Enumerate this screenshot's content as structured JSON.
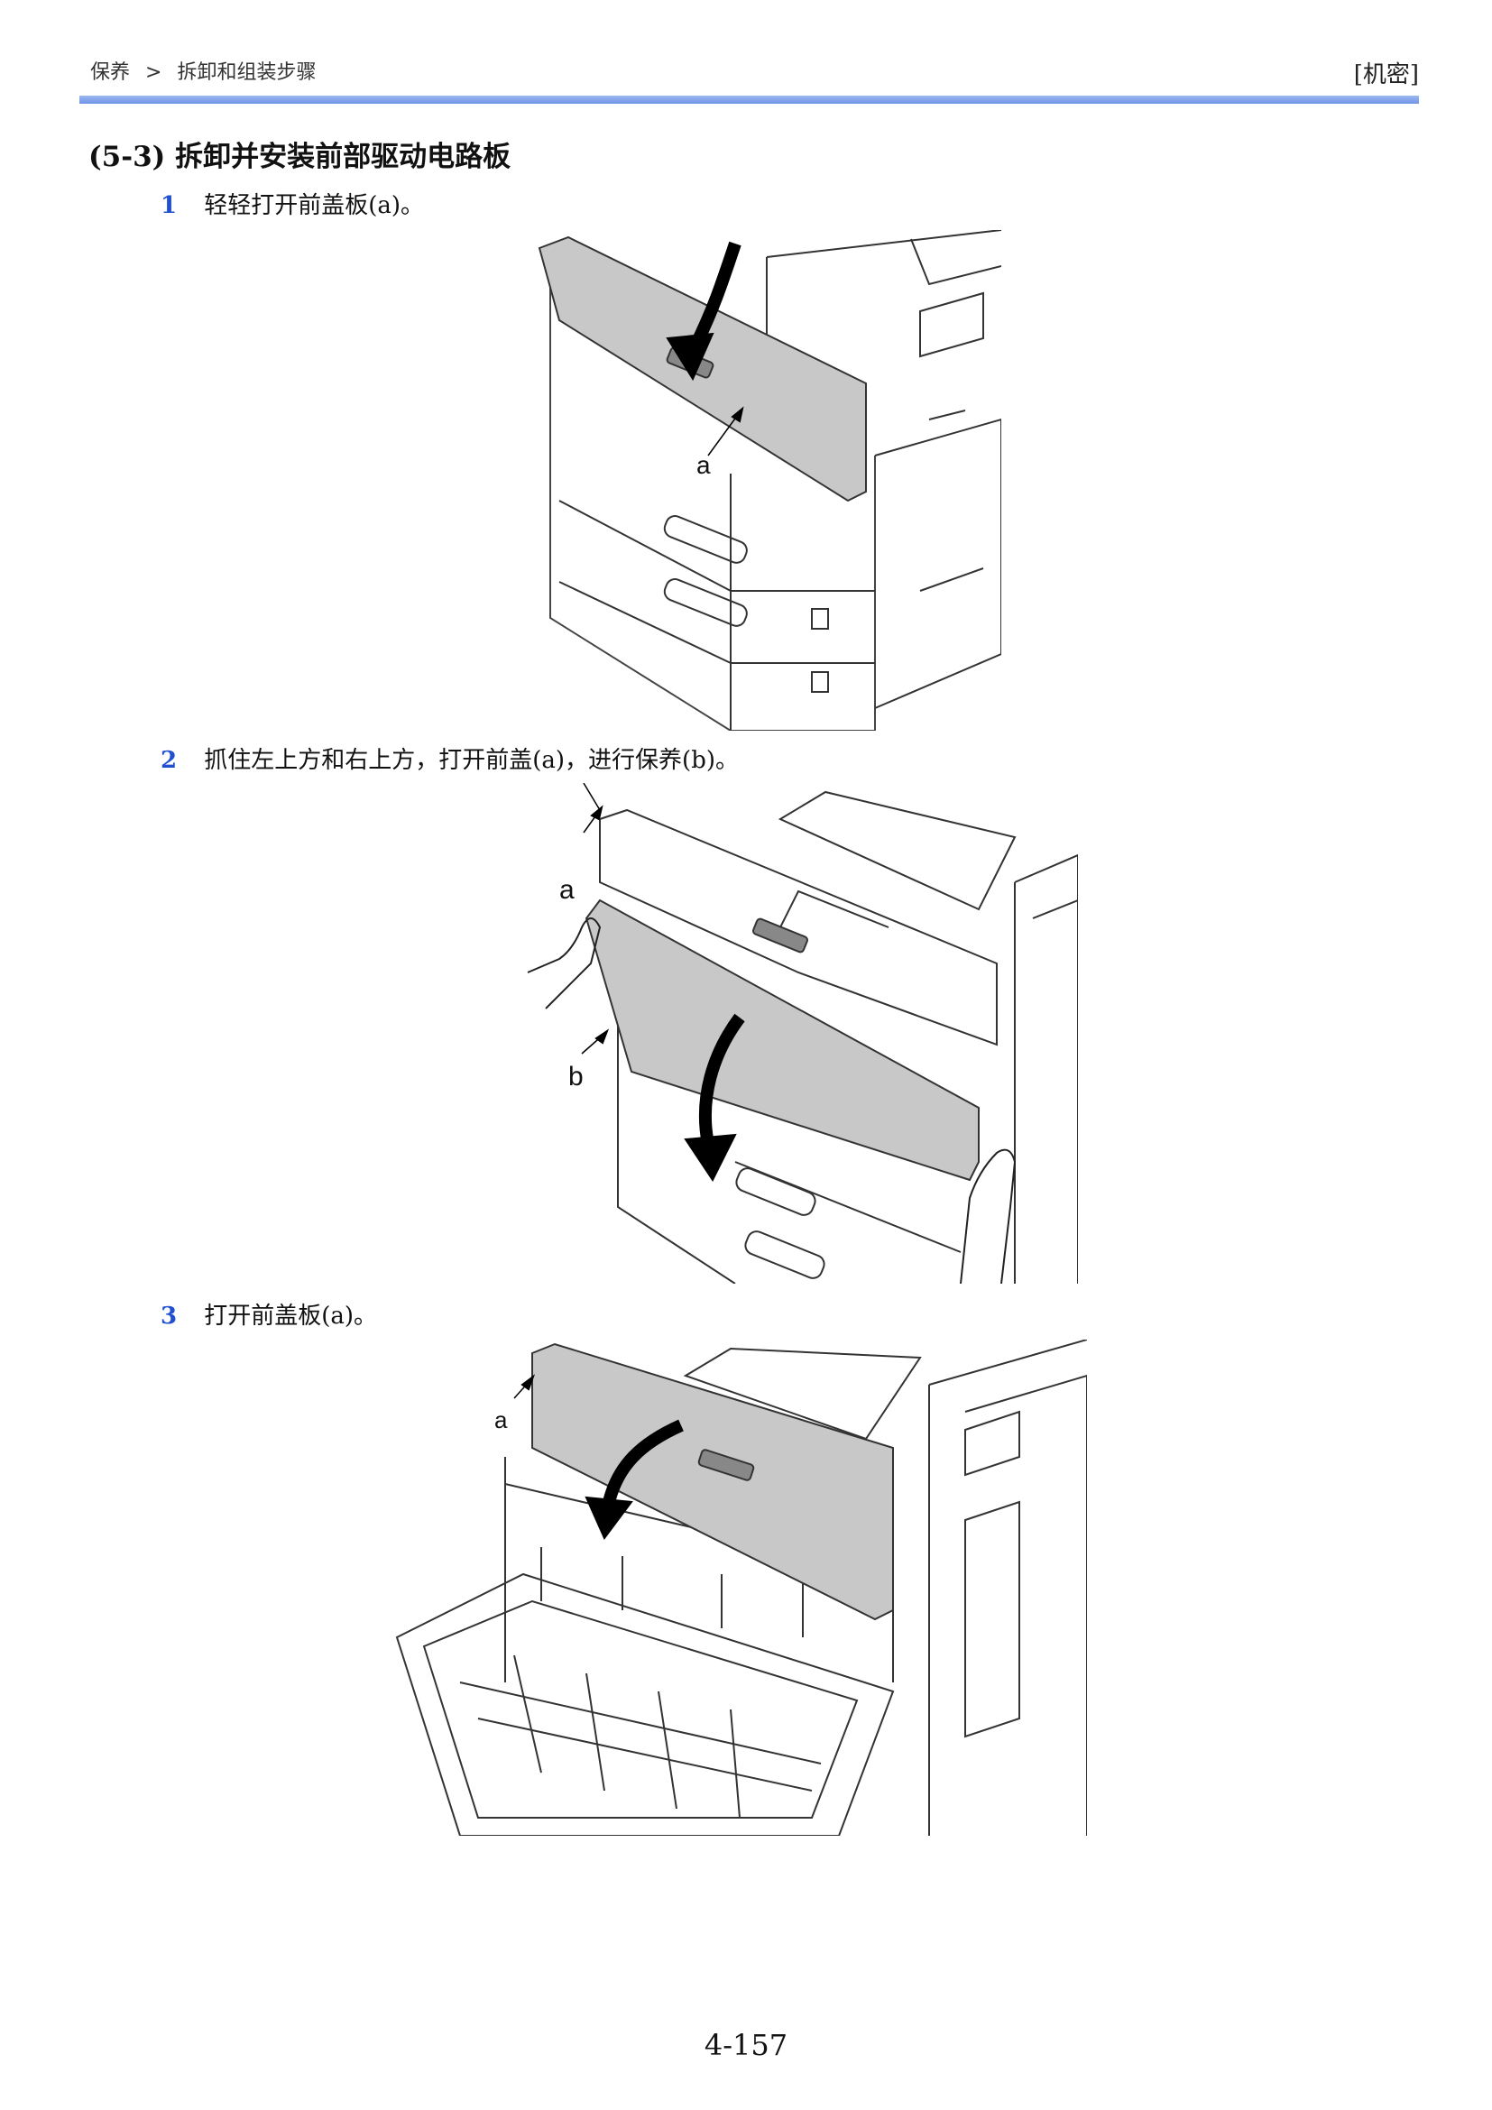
{
  "header": {
    "breadcrumb": [
      "保养",
      ">",
      "拆卸和组装步骤"
    ],
    "confidential": "[机密]"
  },
  "section_title": "(5-3) 拆卸并安装前部驱动电路板",
  "steps": [
    {
      "number": "1",
      "text": "轻轻打开前盖板(a)。",
      "figure_labels": [
        "a"
      ]
    },
    {
      "number": "2",
      "text": "抓住左上方和右上方，打开前盖(a)，进行保养(b)。",
      "figure_labels": [
        "a",
        "b"
      ]
    },
    {
      "number": "3",
      "text": "打开前盖板(a)。",
      "figure_labels": [
        "a"
      ]
    }
  ],
  "page_number": "4-157",
  "colors": {
    "header_rule": "#7a9de9",
    "step_number": "#2050d0",
    "cover_fill": "#c8c8c8"
  }
}
